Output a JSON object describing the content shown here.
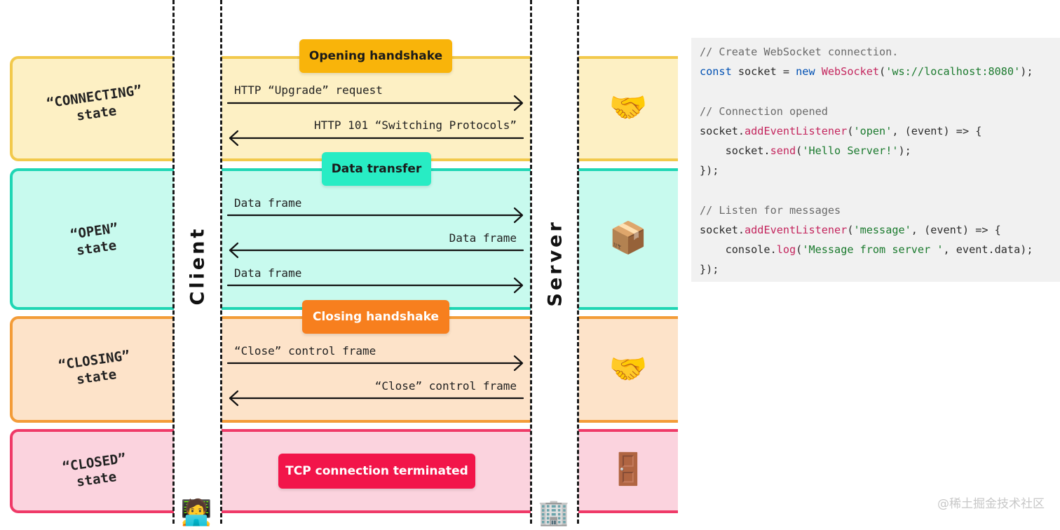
{
  "lanes": {
    "client_label": "Client",
    "server_label": "Server"
  },
  "states": [
    {
      "label": "“CONNECTING”\nstate",
      "color": "#f2c94c",
      "fill": "#fdf0c4"
    },
    {
      "label": "“OPEN”\nstate",
      "color": "#1fd6b4",
      "fill": "#c8faee"
    },
    {
      "label": "“CLOSING”\nstate",
      "color": "#f39c38",
      "fill": "#fde3c9"
    },
    {
      "label": "“CLOSED”\nstate",
      "color": "#ef3a68",
      "fill": "#fbd3de"
    }
  ],
  "phases": {
    "opening": "Opening handshake",
    "data": "Data transfer",
    "closing": "Closing handshake",
    "terminated": "TCP connection terminated"
  },
  "messages": {
    "upgrade": "HTTP “Upgrade” request",
    "switching": "HTTP 101 “Switching Protocols”",
    "data1": "Data frame",
    "data2": "Data frame",
    "data3": "Data frame",
    "close1": "“Close” control frame",
    "close2": "“Close” control frame"
  },
  "icons": {
    "connecting": "handshake-icon",
    "open": "package-icon",
    "closing": "handshake-icon",
    "closed": "door-icon",
    "client": "technologist-icon",
    "server": "office-building-icon"
  },
  "code": {
    "lines": [
      {
        "parts": [
          {
            "c": "cm",
            "t": "// Create WebSocket connection."
          }
        ]
      },
      {
        "parts": [
          {
            "c": "kw",
            "t": "const"
          },
          {
            "c": "",
            "t": " socket = "
          },
          {
            "c": "kw",
            "t": "new"
          },
          {
            "c": "",
            "t": " "
          },
          {
            "c": "fn",
            "t": "WebSocket"
          },
          {
            "c": "",
            "t": "("
          },
          {
            "c": "str",
            "t": "'ws://localhost:8080'"
          },
          {
            "c": "",
            "t": ");"
          }
        ]
      },
      {
        "parts": [
          {
            "c": "",
            "t": " "
          }
        ]
      },
      {
        "parts": [
          {
            "c": "cm",
            "t": "// Connection opened"
          }
        ]
      },
      {
        "parts": [
          {
            "c": "",
            "t": "socket."
          },
          {
            "c": "fn",
            "t": "addEventListener"
          },
          {
            "c": "",
            "t": "("
          },
          {
            "c": "str",
            "t": "'open'"
          },
          {
            "c": "",
            "t": ", (event) => {"
          }
        ]
      },
      {
        "parts": [
          {
            "c": "",
            "t": "    socket."
          },
          {
            "c": "fn",
            "t": "send"
          },
          {
            "c": "",
            "t": "("
          },
          {
            "c": "str",
            "t": "'Hello Server!'"
          },
          {
            "c": "",
            "t": ");"
          }
        ]
      },
      {
        "parts": [
          {
            "c": "",
            "t": "});"
          }
        ]
      },
      {
        "parts": [
          {
            "c": "",
            "t": " "
          }
        ]
      },
      {
        "parts": [
          {
            "c": "cm",
            "t": "// Listen for messages"
          }
        ]
      },
      {
        "parts": [
          {
            "c": "",
            "t": "socket."
          },
          {
            "c": "fn",
            "t": "addEventListener"
          },
          {
            "c": "",
            "t": "("
          },
          {
            "c": "str",
            "t": "'message'"
          },
          {
            "c": "",
            "t": ", (event) => {"
          }
        ]
      },
      {
        "parts": [
          {
            "c": "",
            "t": "    console."
          },
          {
            "c": "fn",
            "t": "log"
          },
          {
            "c": "",
            "t": "("
          },
          {
            "c": "str",
            "t": "'Message from server '"
          },
          {
            "c": "",
            "t": ", event.data);"
          }
        ]
      },
      {
        "parts": [
          {
            "c": "",
            "t": "});"
          }
        ]
      }
    ]
  },
  "watermark": "@稀土掘金技术社区"
}
